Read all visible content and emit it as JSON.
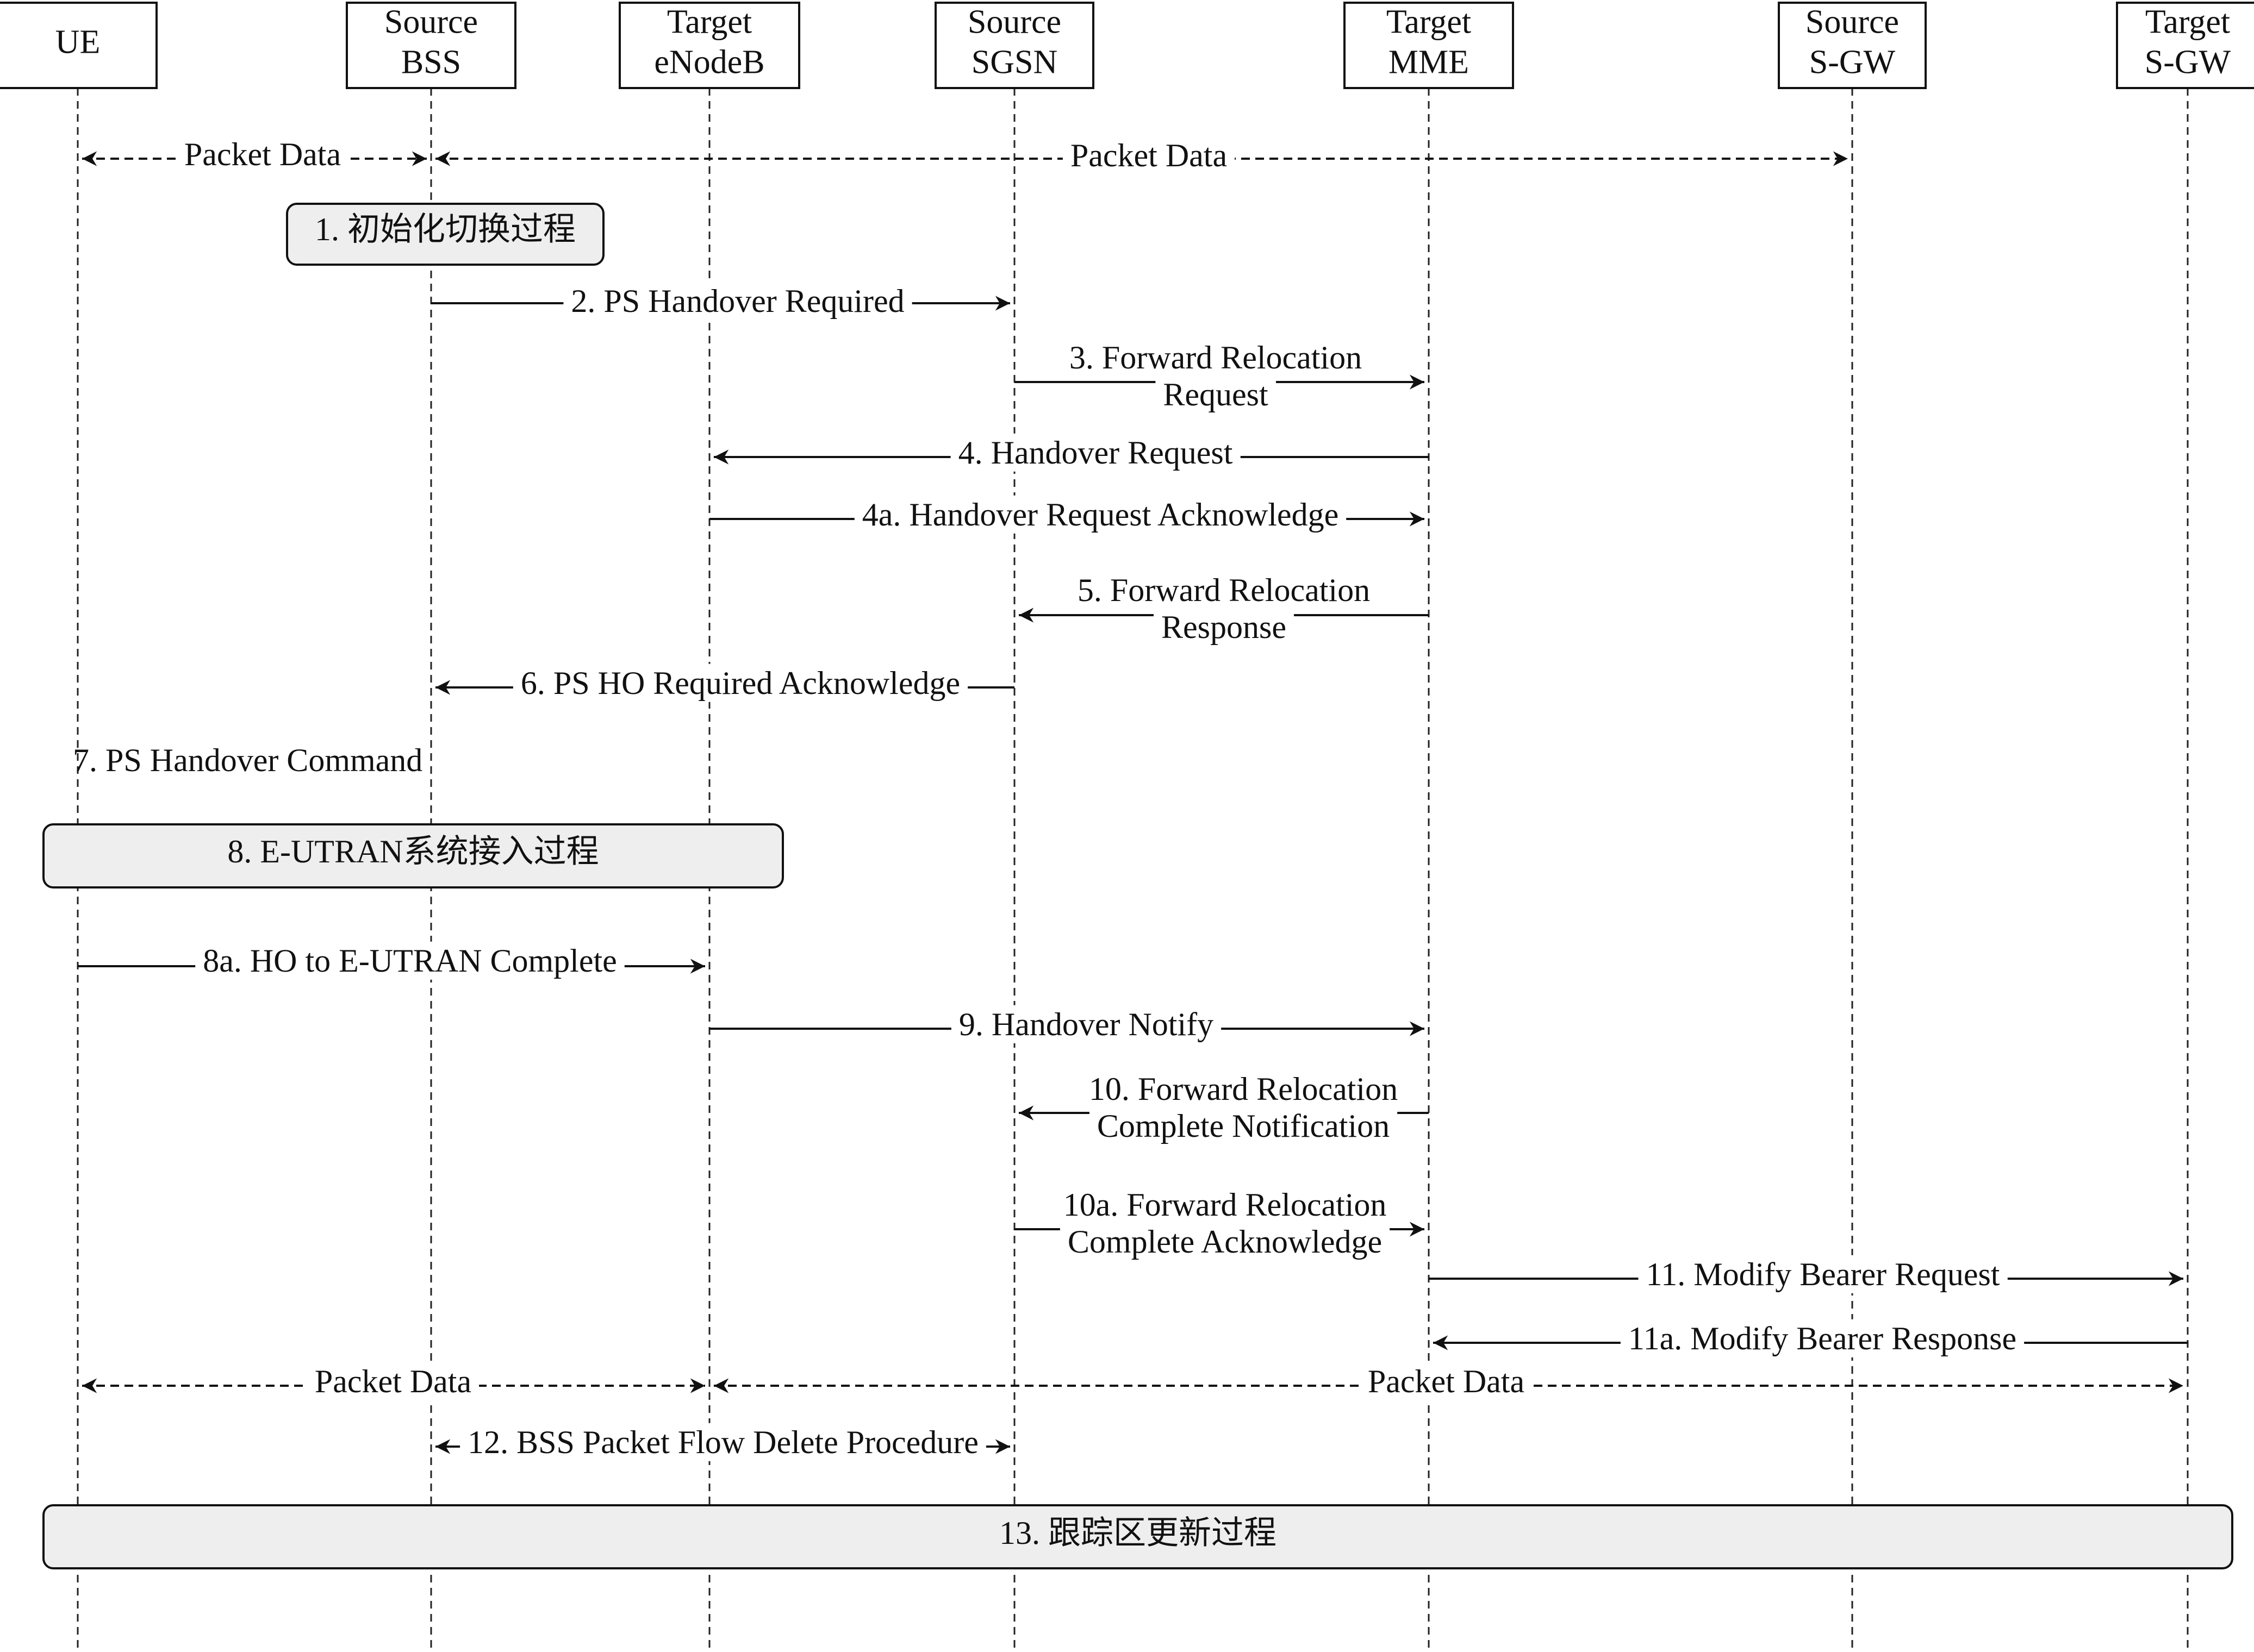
{
  "participants": [
    {
      "id": "ue",
      "line1": "UE",
      "line2": ""
    },
    {
      "id": "bss",
      "line1": "Source",
      "line2": "BSS"
    },
    {
      "id": "enb",
      "line1": "Target",
      "line2": "eNodeB"
    },
    {
      "id": "sgsn",
      "line1": "Source",
      "line2": "SGSN"
    },
    {
      "id": "mme",
      "line1": "Target",
      "line2": "MME"
    },
    {
      "id": "ssgw",
      "line1": "Source",
      "line2": "S-GW"
    },
    {
      "id": "tsgw",
      "line1": "Target",
      "line2": "S-GW"
    }
  ],
  "steps": [
    {
      "type": "msg",
      "from": "ue",
      "to": "bss",
      "style": "dashed",
      "both": true,
      "lines": [
        "Packet Data"
      ]
    },
    {
      "type": "msg",
      "from": "bss",
      "to": "ssgw",
      "style": "dashed",
      "both": true,
      "lines": [
        "Packet Data"
      ]
    },
    {
      "type": "proc",
      "lines": [
        "1. 初始化切换过程"
      ]
    },
    {
      "type": "msg",
      "from": "bss",
      "to": "sgsn",
      "style": "solid",
      "both": false,
      "lines": [
        "2. PS Handover Required"
      ]
    },
    {
      "type": "msg",
      "from": "sgsn",
      "to": "mme",
      "style": "solid",
      "both": false,
      "lines": [
        "3. Forward Relocation",
        "Request"
      ]
    },
    {
      "type": "msg",
      "from": "mme",
      "to": "enb",
      "style": "solid",
      "both": false,
      "lines": [
        "4. Handover Request"
      ]
    },
    {
      "type": "msg",
      "from": "enb",
      "to": "mme",
      "style": "solid",
      "both": false,
      "lines": [
        "4a. Handover Request Acknowledge"
      ]
    },
    {
      "type": "msg",
      "from": "mme",
      "to": "sgsn",
      "style": "solid",
      "both": false,
      "lines": [
        "5. Forward Relocation",
        "Response"
      ]
    },
    {
      "type": "msg",
      "from": "sgsn",
      "to": "bss",
      "style": "solid",
      "both": false,
      "lines": [
        "6. PS HO Required Acknowledge"
      ]
    },
    {
      "type": "note",
      "lines": [
        "7.  PS Handover Command"
      ]
    },
    {
      "type": "proc",
      "lines": [
        "8. E-UTRAN系统接入过程"
      ]
    },
    {
      "type": "msg",
      "from": "ue",
      "to": "enb",
      "style": "solid",
      "both": false,
      "lines": [
        "8a. HO to E-UTRAN Complete"
      ]
    },
    {
      "type": "msg",
      "from": "enb",
      "to": "mme",
      "style": "solid",
      "both": false,
      "lines": [
        "9. Handover Notify"
      ]
    },
    {
      "type": "msg",
      "from": "mme",
      "to": "sgsn",
      "style": "solid",
      "both": false,
      "lines": [
        "10. Forward Relocation",
        "Complete Notification"
      ]
    },
    {
      "type": "msg",
      "from": "sgsn",
      "to": "mme",
      "style": "solid",
      "both": false,
      "lines": [
        "10a. Forward Relocation",
        "Complete Acknowledge"
      ]
    },
    {
      "type": "msg",
      "from": "mme",
      "to": "tsgw",
      "style": "solid",
      "both": false,
      "lines": [
        "11. Modify Bearer Request"
      ]
    },
    {
      "type": "msg",
      "from": "tsgw",
      "to": "mme",
      "style": "solid",
      "both": false,
      "lines": [
        "11a. Modify Bearer Response"
      ]
    },
    {
      "type": "msg",
      "from": "ue",
      "to": "enb",
      "style": "dashed",
      "both": true,
      "lines": [
        "Packet Data"
      ]
    },
    {
      "type": "msg",
      "from": "enb",
      "to": "tsgw",
      "style": "dashed",
      "both": true,
      "lines": [
        "Packet Data"
      ]
    },
    {
      "type": "msg",
      "from": "bss",
      "to": "sgsn",
      "style": "solid",
      "both": true,
      "lines": [
        "12. BSS Packet Flow Delete Procedure"
      ]
    },
    {
      "type": "proc",
      "lines": [
        "13. 跟踪区更新过程"
      ]
    }
  ]
}
